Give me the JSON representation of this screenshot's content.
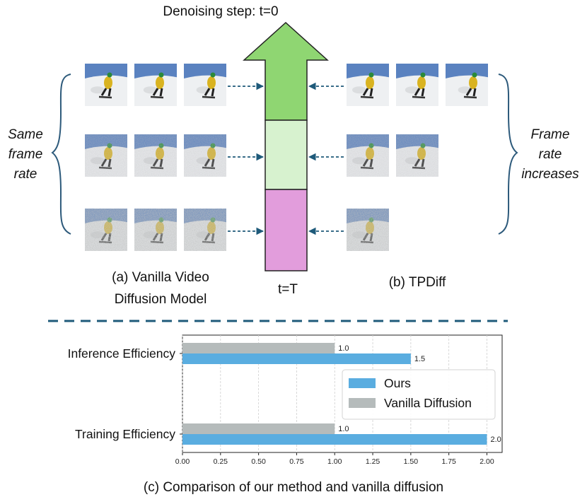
{
  "top": {
    "denoise_label": "Denoising step:  t=0",
    "end_label": "t=T",
    "left_side_label": [
      "Same",
      "frame",
      "rate"
    ],
    "right_side_label": [
      "Frame",
      "rate",
      "increases"
    ],
    "left_caption": [
      "(a) Vanilla Video",
      "Diffusion Model"
    ],
    "right_caption": "(b) TPDiff",
    "colors": {
      "arrow_top": "#8fd672",
      "arrow_mid": "#d7f2cf",
      "arrow_bottom": "#e29ddc",
      "bracket": "#2d5a7b",
      "dashed_arrow": "#1e5a7a",
      "separator": "#1e5a7a"
    },
    "rows": [
      {
        "left_frames": 3,
        "right_frames": 3,
        "noise": 0.0
      },
      {
        "left_frames": 3,
        "right_frames": 2,
        "noise": 0.35
      },
      {
        "left_frames": 3,
        "right_frames": 1,
        "noise": 0.7
      }
    ]
  },
  "chart_data": {
    "type": "bar",
    "orientation": "horizontal",
    "categories": [
      "Inference Efficiency",
      "Training Efficiency"
    ],
    "series": [
      {
        "name": "Vanilla Diffusion",
        "values": [
          1.0,
          1.0
        ],
        "color": "#b5bbbb"
      },
      {
        "name": "Ours",
        "values": [
          1.5,
          2.0
        ],
        "color": "#5aade0"
      }
    ],
    "data_labels": [
      [
        "1.0",
        "1.5"
      ],
      [
        "1.0",
        "2.0"
      ]
    ],
    "xlim": [
      0.0,
      2.1
    ],
    "xticks": [
      "0.00",
      "0.25",
      "0.50",
      "0.75",
      "1.00",
      "1.25",
      "1.50",
      "1.75",
      "2.00"
    ],
    "xlabel": "",
    "ylabel": "",
    "grid": "vertical dashed",
    "legend": "center-right",
    "legend_entries": [
      "Ours",
      "Vanilla Diffusion"
    ],
    "caption": "(c) Comparison of our method and vanilla diffusion"
  }
}
